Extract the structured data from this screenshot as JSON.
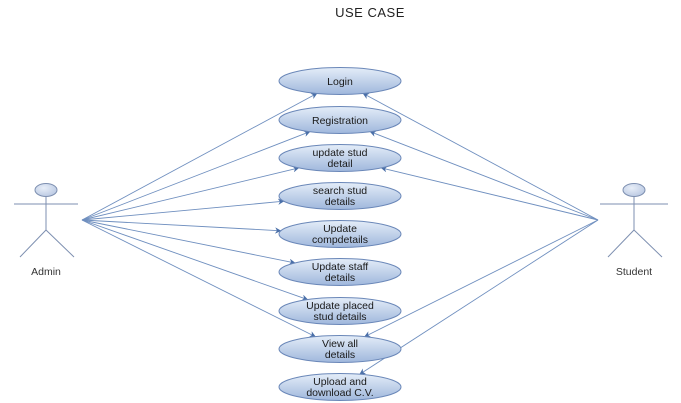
{
  "title": "USE CASE",
  "actors": {
    "admin": {
      "label": "Admin"
    },
    "student": {
      "label": "Student"
    }
  },
  "use_cases": [
    {
      "id": "login",
      "lines": [
        "Login"
      ]
    },
    {
      "id": "registration",
      "lines": [
        "Registration"
      ]
    },
    {
      "id": "update-stud-detail",
      "lines": [
        "update stud",
        "detail"
      ]
    },
    {
      "id": "search-stud-details",
      "lines": [
        "search stud",
        "details"
      ]
    },
    {
      "id": "update-compdetails",
      "lines": [
        "Update",
        "compdetails"
      ]
    },
    {
      "id": "update-staff-details",
      "lines": [
        "Update staff",
        "details"
      ]
    },
    {
      "id": "update-placed-stud-details",
      "lines": [
        "Update placed",
        "stud details"
      ]
    },
    {
      "id": "view-all-details",
      "lines": [
        "View all",
        "details"
      ]
    },
    {
      "id": "upload-download-cv",
      "lines": [
        "Upload and",
        "download C.V."
      ]
    }
  ],
  "associations": {
    "admin": [
      "login",
      "registration",
      "update-stud-detail",
      "search-stud-details",
      "update-compdetails",
      "update-staff-details",
      "update-placed-stud-details",
      "view-all-details"
    ],
    "student": [
      "login",
      "registration",
      "update-stud-detail",
      "view-all-details",
      "upload-download-cv"
    ]
  },
  "colors": {
    "ellipse_fill_top": "#e4edf8",
    "ellipse_fill_bottom": "#9fb7dc",
    "ellipse_stroke": "#6a87b8",
    "actor_head_fill": "#b9c8e2",
    "line": "#6f8fbf"
  }
}
